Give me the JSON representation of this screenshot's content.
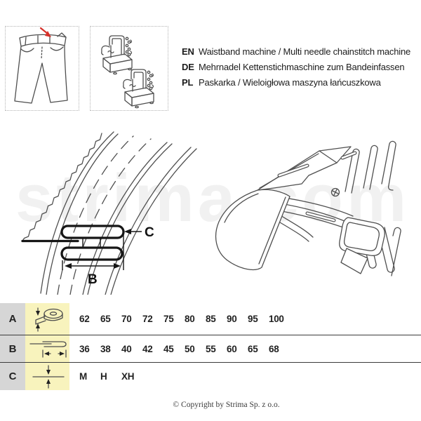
{
  "page": {
    "background": "#ffffff",
    "watermark_text": "strima.com",
    "footer_text": "© Copyright by Strima Sp. z o.o."
  },
  "header": {
    "thumbnails": [
      {
        "name": "jeans-with-waistband-arrow"
      },
      {
        "name": "two-chainstitch-machines"
      }
    ],
    "languages": [
      {
        "code": "EN",
        "text": "Waistband machine / Multi needle chainstitch machine"
      },
      {
        "code": "DE",
        "text": "Mehrnadel Kettenstichmaschine zum Bandeinfassen"
      },
      {
        "code": "PL",
        "text": "Paskarka / Wieloigłowa maszyna łańcuszkowa"
      }
    ]
  },
  "diagram": {
    "dimension_labels": {
      "width": "B",
      "thickness": "C"
    }
  },
  "spec_table": {
    "rows": [
      {
        "key": "A",
        "icon": "tape-roll-width-icon",
        "values": [
          "62",
          "65",
          "70",
          "72",
          "75",
          "80",
          "85",
          "90",
          "95",
          "100"
        ]
      },
      {
        "key": "B",
        "icon": "folded-tape-width-icon",
        "values": [
          "36",
          "38",
          "40",
          "42",
          "45",
          "50",
          "55",
          "60",
          "65",
          "68"
        ]
      },
      {
        "key": "C",
        "icon": "tape-thickness-icon",
        "values": [
          "M",
          "H",
          "XH"
        ]
      }
    ]
  },
  "colors": {
    "key_column_bg": "#d6d6d6",
    "icon_column_bg": "#f8f3bd",
    "row_divider": "#3b3b3b",
    "line_art": "#4f4f4f",
    "accent_red": "#d63029"
  }
}
